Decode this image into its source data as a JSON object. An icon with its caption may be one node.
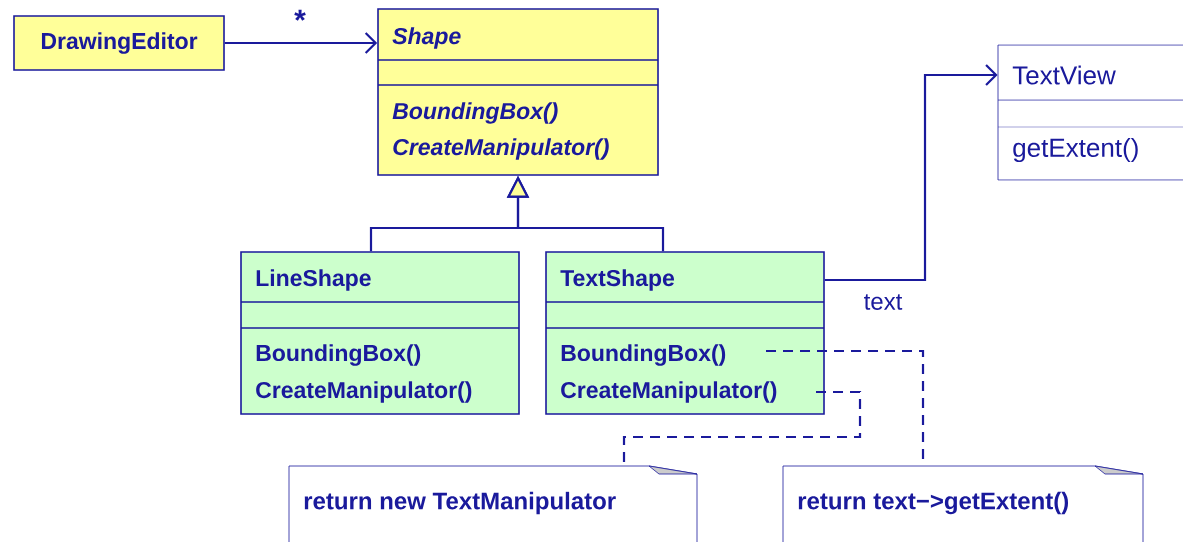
{
  "diagram": {
    "nodes": [
      {
        "text": [
          "DrawingEditor"
        ]
      },
      {
        "text": [
          "Shape",
          "BoundingBox()",
          "CreateManipulator()"
        ]
      },
      {
        "text": [
          "LineShape",
          "BoundingBox()",
          "CreateManipulator()"
        ]
      },
      {
        "text": [
          "TextShape",
          "BoundingBox()",
          "CreateManipulator()"
        ]
      },
      {
        "text": [
          "TextView",
          "getExtent()"
        ]
      },
      {
        "text": [
          "return new TextManipulator"
        ]
      },
      {
        "text": [
          "return text−>getExtent()"
        ]
      }
    ],
    "edges": [
      {
        "from": 0,
        "to": 1,
        "arrow": "to",
        "label": "*"
      },
      {
        "from": 2,
        "to": 1,
        "arrow": "to"
      },
      {
        "from": 3,
        "to": 1,
        "arrow": "to"
      },
      {
        "from": 3,
        "to": 4,
        "arrow": "to",
        "label": "text"
      },
      {
        "from": 3,
        "to": 6,
        "arrow": "none",
        "style": "dashed"
      },
      {
        "from": 3,
        "to": 5,
        "arrow": "none",
        "style": "dashed"
      }
    ]
  }
}
